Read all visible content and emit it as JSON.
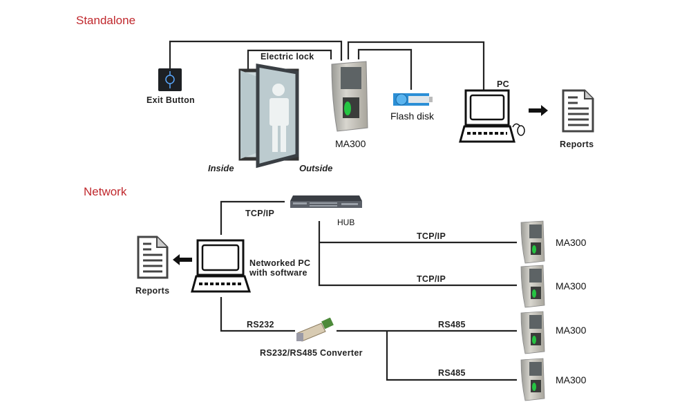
{
  "sections": {
    "standalone": "Standalone",
    "network": "Network"
  },
  "standalone": {
    "exit_button": "Exit Button",
    "electric_lock": "Electric lock",
    "inside": "Inside",
    "outside": "Outside",
    "device": "MA300",
    "flash_disk": "Flash disk",
    "pc": "PC",
    "reports": "Reports"
  },
  "network": {
    "hub": "HUB",
    "pc_hub_link": "TCP/IP",
    "pc_label_line1": "Networked PC",
    "pc_label_line2": "with software",
    "reports": "Reports",
    "rs232": "RS232",
    "converter": "RS232/RS485 Converter",
    "devices": [
      {
        "link": "TCP/IP",
        "name": "MA300"
      },
      {
        "link": "TCP/IP",
        "name": "MA300"
      },
      {
        "link": "RS485",
        "name": "MA300"
      },
      {
        "link": "RS485",
        "name": "MA300"
      }
    ]
  },
  "colors": {
    "title": "#c0282d",
    "wire": "#222222",
    "exit_button_glow": "#5aa8ff",
    "fingerprint_glow": "#22dd44",
    "flash_disk_blue": "#2b8fd6"
  }
}
